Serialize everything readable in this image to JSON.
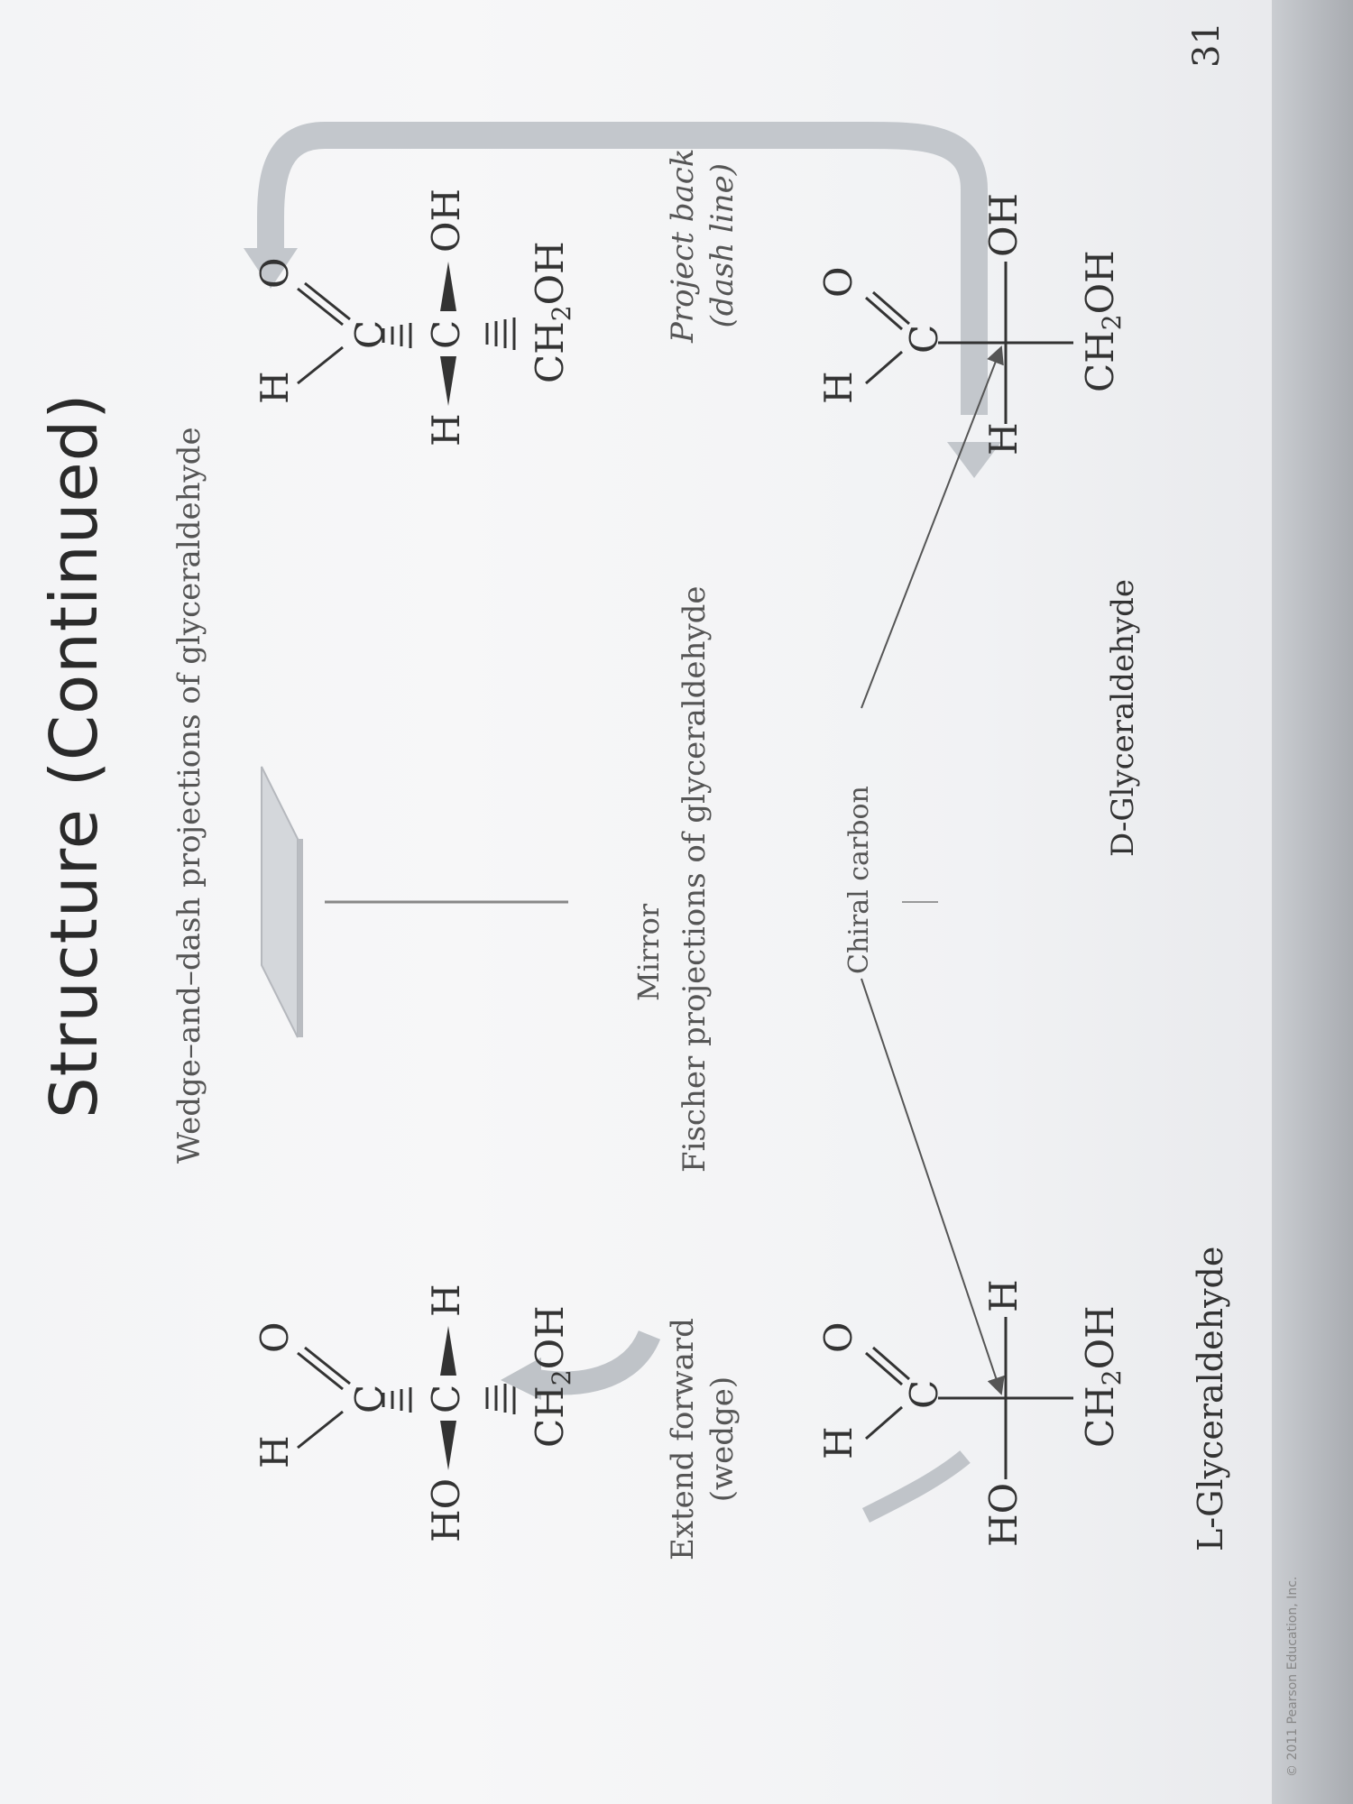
{
  "slide": {
    "title": "Structure (Continued)",
    "wedge_caption": "Wedge–and–dash projections of glyceraldehyde",
    "fischer_caption": "Fischer projections of glyceraldehyde",
    "mirror_label": "Mirror",
    "extend_label_line1": "Extend forward",
    "extend_label_line2": "(wedge)",
    "project_label_line1": "Project back",
    "project_label_line2": "(dash line)",
    "chiral_label": "Chiral carbon",
    "l_name": "L-Glyceraldehyde",
    "d_name": "D-Glyceraldehyde",
    "copyright": "© 2011 Pearson Education, Inc.",
    "page_number": "31"
  },
  "atoms": {
    "h": "H",
    "o": "O",
    "c": "C",
    "ho": "HO",
    "oh": "OH",
    "ch2oh_main": "CH",
    "ch2oh_sub": "2",
    "ch2oh_tail": "OH"
  },
  "colors": {
    "page": "#f5f6f7",
    "ink": "#333333",
    "arrow": "#bfc3c8",
    "mirror": "#d4d7db"
  }
}
